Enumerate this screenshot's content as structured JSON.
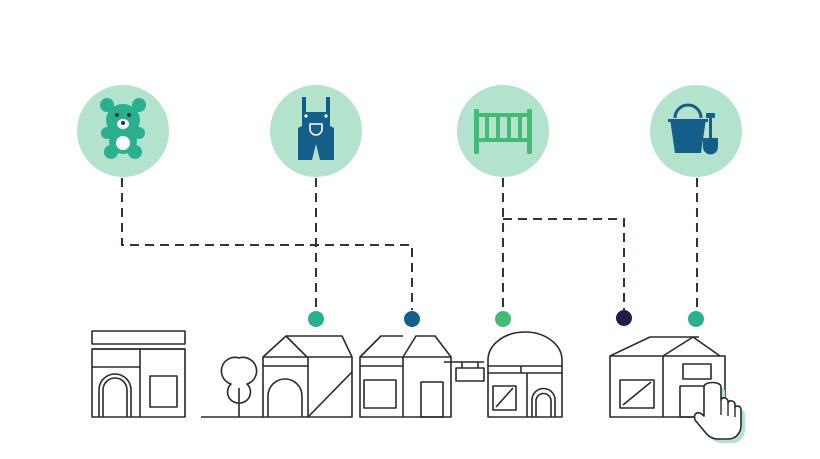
{
  "colors": {
    "circle_bg": "#b3e3cc",
    "teal": "#2bb08f",
    "navy_blue": "#145f8a",
    "green": "#43ba78",
    "dark_navy": "#1c1f4a",
    "connector": "#2b3150",
    "outline": "#2a2a2a",
    "cursor_shadow": "#b3e3cc"
  },
  "categories": [
    {
      "name": "teddy-bear",
      "icon": "teddy-bear-icon",
      "icon_color": "#2bb08f"
    },
    {
      "name": "overalls",
      "icon": "overalls-icon",
      "icon_color": "#145f8a"
    },
    {
      "name": "crib",
      "icon": "crib-icon",
      "icon_color": "#43ba78"
    },
    {
      "name": "bucket-and-shovel",
      "icon": "bucket-shovel-icon",
      "icon_color": "#145f8a"
    }
  ],
  "endpoints": [
    {
      "store": "store-2",
      "color": "#2bb08f"
    },
    {
      "store": "store-3",
      "color": "#145f8a"
    },
    {
      "store": "store-4",
      "color": "#43ba78"
    },
    {
      "store": "store-5",
      "color": "#1c1f4a"
    },
    {
      "store": "store-5",
      "color": "#2bb08f"
    }
  ],
  "stores": [
    "store-1",
    "store-2",
    "store-3",
    "store-4",
    "store-5"
  ],
  "cursor": {
    "icon": "hand-pointer-icon"
  }
}
